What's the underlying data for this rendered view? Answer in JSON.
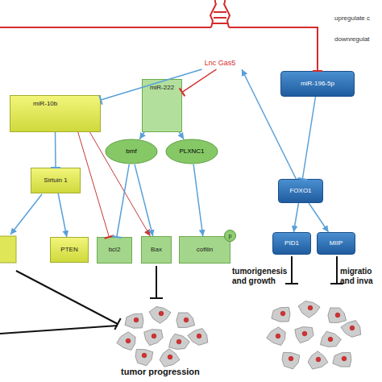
{
  "diagram": {
    "nodes": [
      {
        "text": [
          "Lnc Gas5"
        ]
      },
      {
        "text": [
          "miR-10b"
        ]
      },
      {
        "text": [
          "miR-222"
        ]
      },
      {
        "text": [
          "miR-196-5p"
        ]
      },
      {
        "text": [
          "Sirtuin 1"
        ]
      },
      {
        "text": [
          "bmf"
        ]
      },
      {
        "text": [
          "PLXNC1"
        ]
      },
      {
        "text": [
          "FOXO1"
        ]
      },
      {
        "text": [
          "PTEN"
        ]
      },
      {
        "text": [
          "bcl2"
        ]
      },
      {
        "text": [
          "Bax"
        ]
      },
      {
        "text": [
          "cofilin"
        ]
      },
      {
        "text": [
          "p"
        ],
        "in": 11
      },
      {
        "text": [
          "PID1"
        ]
      },
      {
        "text": [
          "MIIP"
        ]
      }
    ],
    "edges": [
      {
        "from": 0,
        "to": 1,
        "arrow": "to"
      },
      {
        "from": 0,
        "to": 2,
        "arrow": "to"
      },
      {
        "from": 0,
        "to": 3,
        "arrow": "to"
      },
      {
        "from": 7,
        "to": 0,
        "arrow": "to"
      },
      {
        "from": 3,
        "to": 7,
        "arrow": "to"
      },
      {
        "from": 1,
        "to": 4,
        "arrow": "to"
      },
      {
        "from": 1,
        "to": 9,
        "arrow": "to"
      },
      {
        "from": 1,
        "to": 10,
        "arrow": "to"
      },
      {
        "from": 2,
        "to": 5,
        "arrow": "to"
      },
      {
        "from": 2,
        "to": 6,
        "arrow": "to"
      },
      {
        "from": 5,
        "to": 9,
        "arrow": "to"
      },
      {
        "from": 5,
        "to": 10,
        "arrow": "to"
      },
      {
        "from": 6,
        "to": 11,
        "arrow": "to"
      },
      {
        "from": 4,
        "to": 8,
        "arrow": "to"
      },
      {
        "from": 7,
        "to": 13,
        "arrow": "to"
      },
      {
        "from": 7,
        "to": 14,
        "arrow": "to"
      }
    ],
    "labels": [
      "tumor progression",
      "tumorigenesis and growth",
      "migratio and inva"
    ],
    "legend": [
      {
        "text": "upregulate c"
      },
      {
        "text": "downregulat"
      }
    ]
  }
}
